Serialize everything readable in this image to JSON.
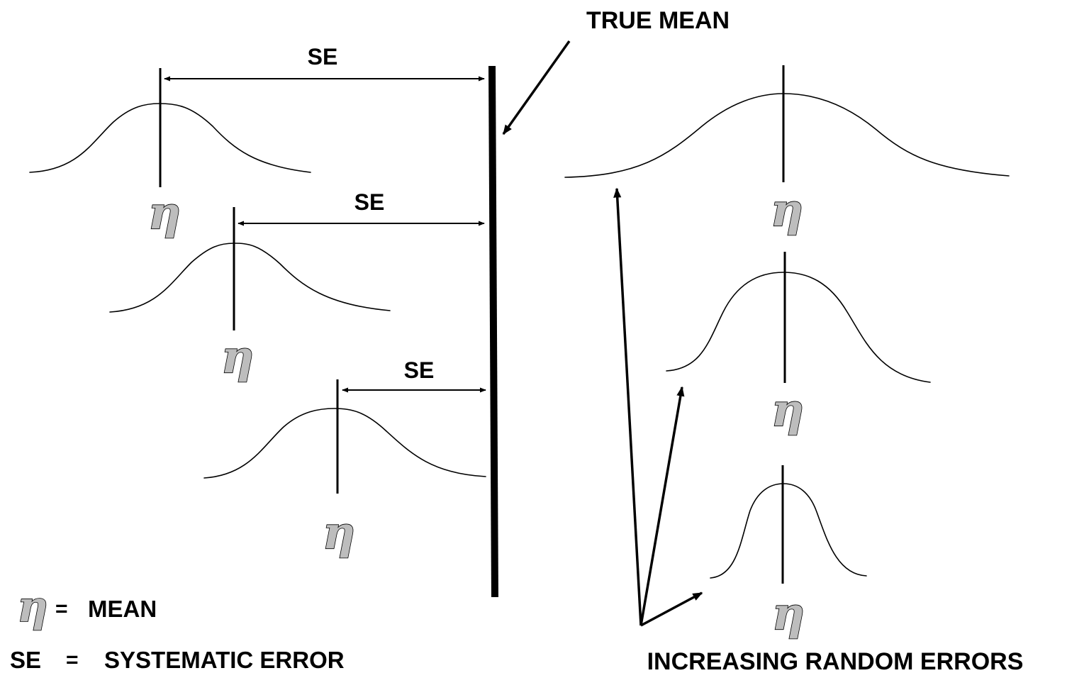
{
  "labels": {
    "true_mean": "TRUE MEAN",
    "se": "SE",
    "eta": "η",
    "legend_eq": "=",
    "legend_mean": "MEAN",
    "legend_se_abbr": "SE",
    "legend_se_eq": "=",
    "legend_systematic_error": "SYSTEMATIC ERROR",
    "increasing_random_errors": "INCREASING RANDOM ERRORS"
  }
}
